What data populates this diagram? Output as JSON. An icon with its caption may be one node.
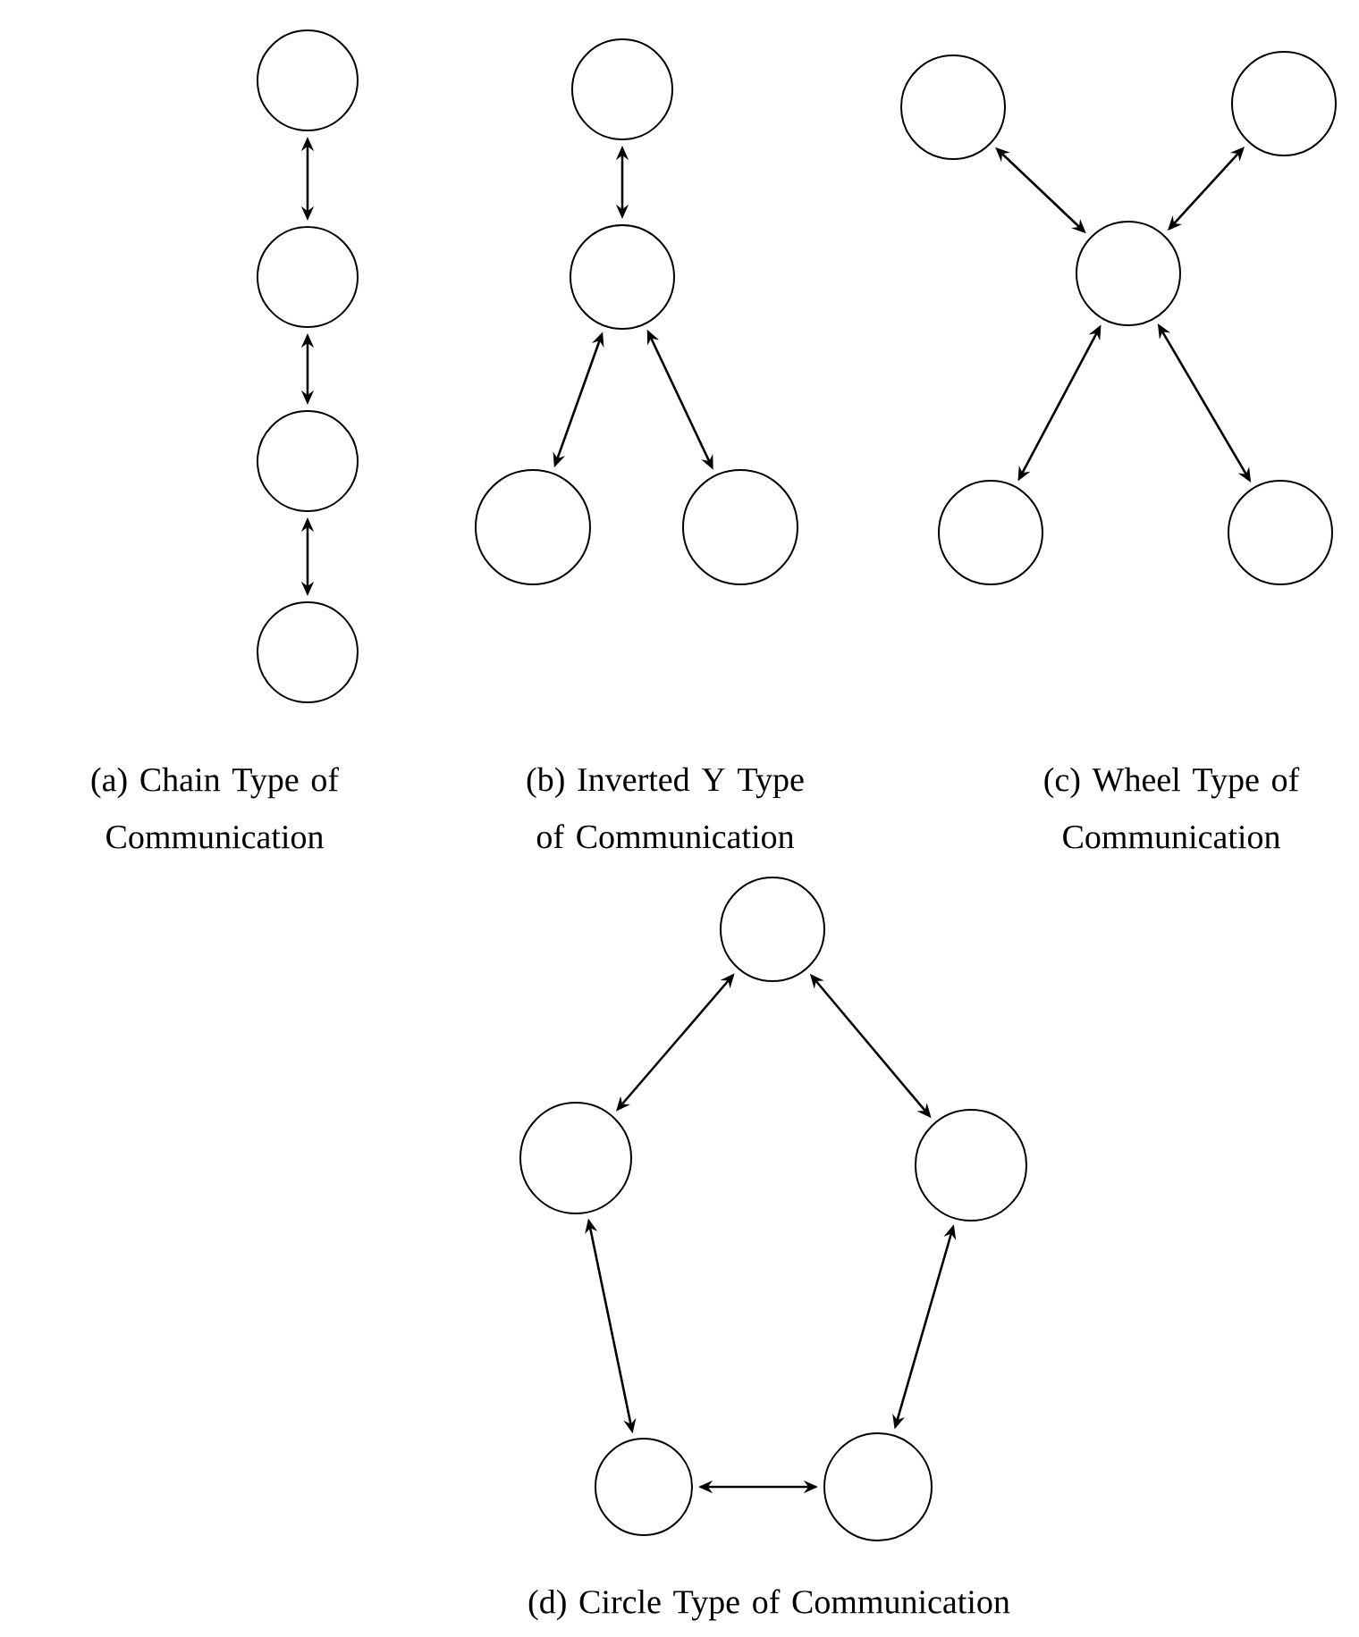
{
  "diagram": {
    "nodes": [
      {
        "text": [],
        "shape": "circle"
      },
      {
        "text": [],
        "shape": "circle"
      },
      {
        "text": [],
        "shape": "circle"
      },
      {
        "text": [],
        "shape": "circle"
      },
      {
        "text": [],
        "shape": "circle"
      },
      {
        "text": [],
        "shape": "circle"
      },
      {
        "text": [],
        "shape": "circle"
      },
      {
        "text": [],
        "shape": "circle"
      },
      {
        "text": [],
        "shape": "circle"
      },
      {
        "text": [],
        "shape": "circle"
      },
      {
        "text": [],
        "shape": "circle"
      },
      {
        "text": [],
        "shape": "circle"
      },
      {
        "text": [],
        "shape": "circle"
      },
      {
        "text": [],
        "shape": "circle"
      },
      {
        "text": [],
        "shape": "circle"
      },
      {
        "text": [],
        "shape": "circle"
      },
      {
        "text": [],
        "shape": "circle"
      },
      {
        "text": [],
        "shape": "circle"
      }
    ],
    "edges": [
      {
        "from": 0,
        "to": 1,
        "arrow": "both"
      },
      {
        "from": 1,
        "to": 2,
        "arrow": "both"
      },
      {
        "from": 2,
        "to": 3,
        "arrow": "both"
      },
      {
        "from": 4,
        "to": 5,
        "arrow": "both"
      },
      {
        "from": 5,
        "to": 6,
        "arrow": "both"
      },
      {
        "from": 5,
        "to": 7,
        "arrow": "both"
      },
      {
        "from": 8,
        "to": 10,
        "arrow": "both"
      },
      {
        "from": 9,
        "to": 10,
        "arrow": "both"
      },
      {
        "from": 10,
        "to": 11,
        "arrow": "both"
      },
      {
        "from": 10,
        "to": 12,
        "arrow": "both"
      },
      {
        "from": 13,
        "to": 14,
        "arrow": "both"
      },
      {
        "from": 13,
        "to": 15,
        "arrow": "both"
      },
      {
        "from": 14,
        "to": 16,
        "arrow": "both"
      },
      {
        "from": 15,
        "to": 17,
        "arrow": "both"
      },
      {
        "from": 16,
        "to": 17,
        "arrow": "both"
      }
    ],
    "labels": [
      "(a) Chain Type of Communication",
      "(b) Inverted Y Type of Communication",
      "(c) Wheel Type of Communication",
      "(d) Circle Type of Communication"
    ]
  }
}
